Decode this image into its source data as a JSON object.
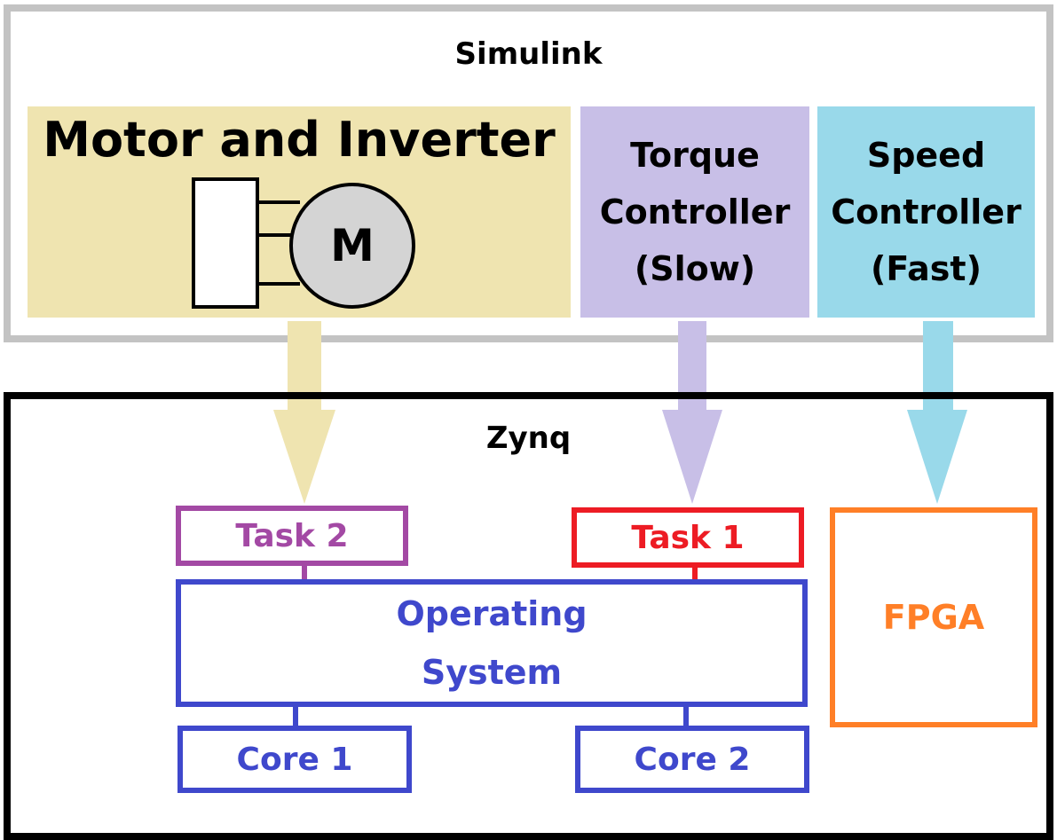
{
  "simulink": {
    "title": "Simulink",
    "motor_block": {
      "title": "Motor and Inverter",
      "motor_symbol": "M",
      "color": "#efe4b0"
    },
    "torque_block": {
      "lines": [
        "Torque",
        "Controller",
        "(Slow)"
      ],
      "color": "#c8bfe7"
    },
    "speed_block": {
      "lines": [
        "Speed",
        "Controller",
        "(Fast)"
      ],
      "color": "#99d9ea"
    },
    "border_color": "#c3c3c3"
  },
  "zynq": {
    "title": "Zynq",
    "task2": {
      "label": "Task 2",
      "color": "#a349a4"
    },
    "task1": {
      "label": "Task 1",
      "color": "#ed1c24"
    },
    "operating_system": {
      "lines": [
        "Operating",
        "System"
      ],
      "color": "#3f48cc"
    },
    "core1": {
      "label": "Core 1",
      "color": "#3f48cc"
    },
    "core2": {
      "label": "Core 2",
      "color": "#3f48cc"
    },
    "fpga": {
      "label": "FPGA",
      "color": "#ff7f27"
    },
    "border_color": "#000000"
  },
  "mappings": [
    {
      "from": "Motor and Inverter",
      "to": "Task 2"
    },
    {
      "from": "Torque Controller (Slow)",
      "to": "Task 1"
    },
    {
      "from": "Speed Controller (Fast)",
      "to": "FPGA"
    }
  ]
}
